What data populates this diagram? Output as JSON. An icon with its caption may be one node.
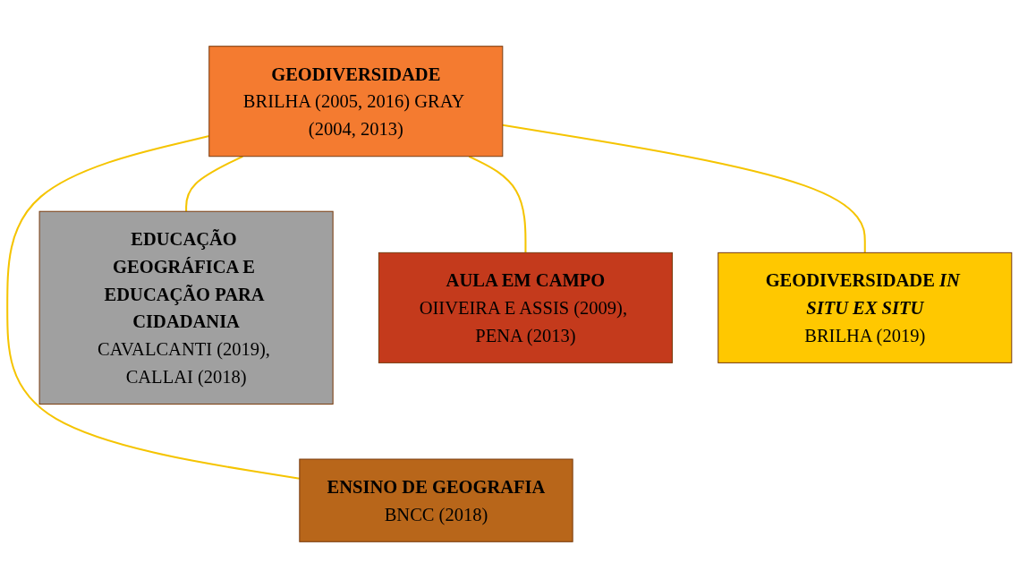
{
  "diagram": {
    "nodes": [
      {
        "text": [
          "GEODIVERSIDADE",
          "BRILHA (2005, 2016) GRAY (2004, 2013)"
        ]
      },
      {
        "text": [
          "GEODIVERSIDADE *IN SITU EX SITU*",
          "BRILHA (2019)"
        ]
      },
      {
        "text": [
          "EDUCAÇÃO GEOGRÁFICA E EDUCAÇÃO PARA CIDADANIA",
          "CAVALCANTI (2019), CALLAI (2018)"
        ]
      },
      {
        "text": [
          "ENSINO DE GEOGRAFIA",
          "BNCC (2018)"
        ]
      },
      {
        "text": [
          "AULA EM CAMPO",
          "OIIVEIRA E ASSIS (2009), PENA (2013)"
        ]
      }
    ],
    "edges": [
      {
        "from": 0,
        "to": 1,
        "arrow": "none"
      },
      {
        "from": 0,
        "to": 2,
        "arrow": "none"
      },
      {
        "from": 0,
        "to": 3,
        "arrow": "none"
      },
      {
        "from": 0,
        "to": 4,
        "arrow": "none"
      }
    ]
  }
}
